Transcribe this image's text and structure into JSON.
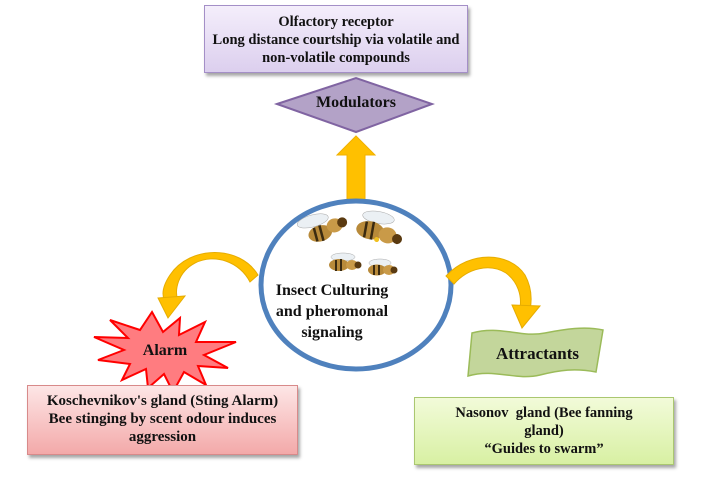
{
  "diagram": {
    "center": {
      "lines": [
        "Insect Culturing",
        "and pheromonal",
        "signaling"
      ],
      "icon": "honeybees-illustration"
    },
    "modulators": {
      "label": "Modulators",
      "description_lines": [
        "Olfactory receptor",
        "Long distance courtship via volatile and",
        "non-volatile compounds"
      ]
    },
    "alarm": {
      "label": "Alarm",
      "description_lines": [
        "Koschevnikov's gland (Sting Alarm)",
        "Bee stinging by scent odour induces",
        "aggression"
      ]
    },
    "attractants": {
      "label": "Attractants",
      "description_lines": [
        "Nasonov  gland (Bee fanning",
        "gland)",
        "“Guides to swarm”"
      ]
    },
    "colors": {
      "arrow": "#ffc000",
      "circle_border": "#4f81bd",
      "diamond_fill": "#b3a2c7",
      "diamond_border": "#8064a2",
      "starburst_fill": "#ff7c80",
      "starburst_border": "#ff0000",
      "wave_fill": "#c3d69b",
      "wave_border": "#9bbb59"
    }
  }
}
